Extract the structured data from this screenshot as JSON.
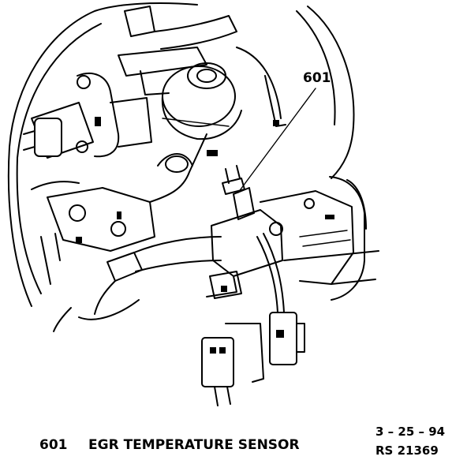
{
  "callout": {
    "number": "601"
  },
  "legend": {
    "number": "601",
    "text": "EGR TEMPERATURE SENSOR"
  },
  "stamp": {
    "date": "3 – 25 – 94",
    "ref": "RS 21369"
  }
}
